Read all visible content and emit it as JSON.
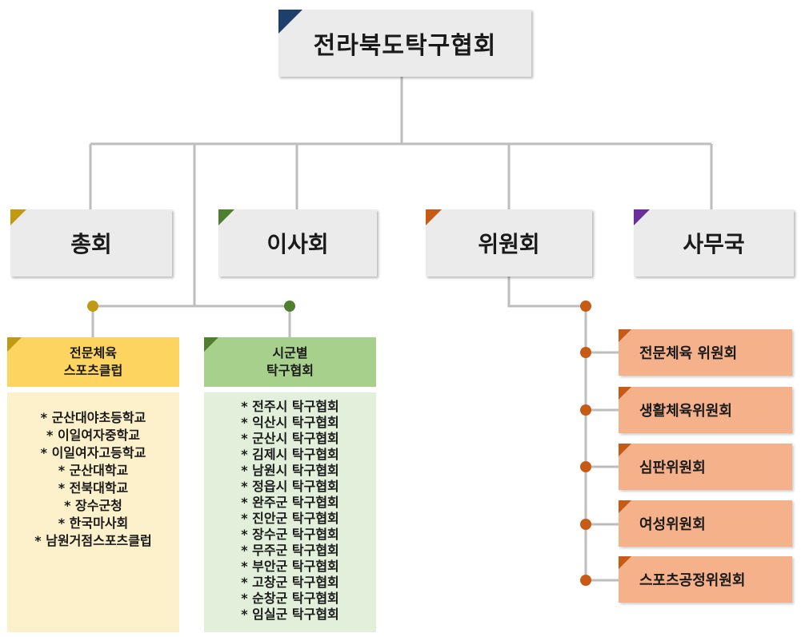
{
  "root": {
    "label": "전라북도탁구협회"
  },
  "departments": [
    {
      "label": "총회",
      "accent": "#c19a12"
    },
    {
      "label": "이사회",
      "accent": "#4e7f2e"
    },
    {
      "label": "위원회",
      "accent": "#c75a15"
    },
    {
      "label": "사무국",
      "accent": "#6a2f9a"
    }
  ],
  "sports_clubs": {
    "title_line1": "전문체육",
    "title_line2": "스포츠클럽",
    "items": [
      "* 군산대야초등학교",
      "* 이일여자중학교",
      "* 이일여자고등학교",
      "* 군산대학교",
      "* 전북대학교",
      "* 장수군청",
      "* 한국마사회",
      "* 남원거점스포츠클럽"
    ]
  },
  "city_associations": {
    "title_line1": "시군별",
    "title_line2": "탁구협회",
    "items": [
      "* 전주시 탁구협회",
      "* 익산시 탁구협회",
      "* 군산시 탁구협회",
      "* 김제시 탁구협회",
      "* 남원시 탁구협회",
      "* 정읍시 탁구협회",
      "* 완주군 탁구협회",
      "* 진안군 탁구협회",
      "* 장수군 탁구협회",
      "* 무주군 탁구협회",
      "* 부안군 탁구협회",
      "* 고창군 탁구협회",
      "* 순창군 탁구협회",
      "* 임실군 탁구협회"
    ]
  },
  "committees": [
    "전문체육 위원회",
    "생활체육위원회",
    "심판위원회",
    "여성위원회",
    "스포츠공정위원회"
  ],
  "colors": {
    "connector": "#bdbdbd",
    "root_accent": "#1f3f6b",
    "clubs_header": "#fcd45f",
    "clubs_body": "#fdf1cc",
    "city_header": "#a8d08d",
    "city_body": "#e2efda",
    "committee_fill": "#f5b18a",
    "committee_accent": "#c75a15"
  }
}
